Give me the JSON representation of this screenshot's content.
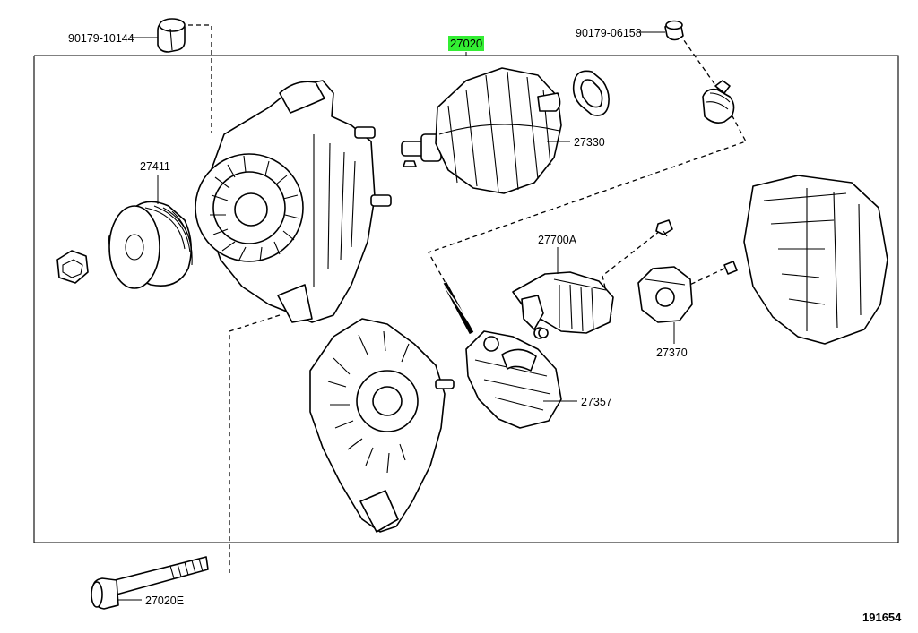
{
  "part_labels": {
    "bolt_cap_top": "90179-10144",
    "nut_top_right": "90179-06158",
    "alternator_assy": "27020",
    "rotor": "27330",
    "pulley": "27411",
    "regulator": "27700A",
    "terminal_insulator": "27370",
    "brush_holder": "27357",
    "through_bolt": "27020E"
  },
  "highlight_color": "#33ee33",
  "diagram_ref": "191654"
}
